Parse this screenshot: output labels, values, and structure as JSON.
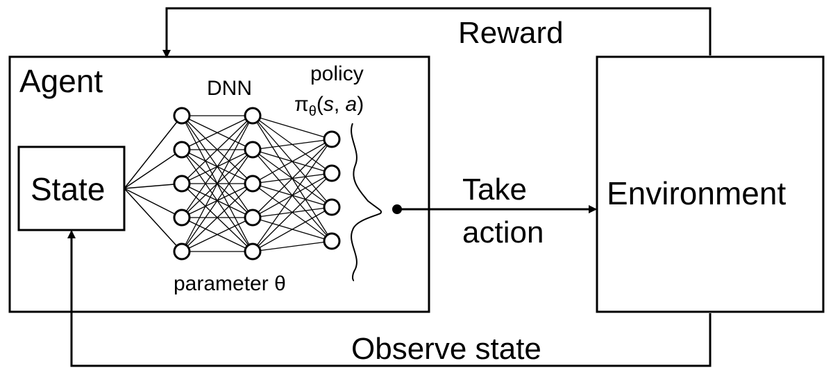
{
  "labels": {
    "agent": "Agent",
    "dnn": "DNN",
    "policy": "policy",
    "policy_pi": "π",
    "policy_sub": "θ",
    "policy_open": "(",
    "policy_s": "s",
    "policy_comma": ", ",
    "policy_a": "a",
    "policy_close": ")",
    "state": "State",
    "parameter": "parameter θ",
    "take": "Take",
    "action": "action",
    "environment": "Environment",
    "reward": "Reward",
    "observe": "Observe state"
  },
  "network": {
    "layers": [
      5,
      5,
      4
    ]
  }
}
